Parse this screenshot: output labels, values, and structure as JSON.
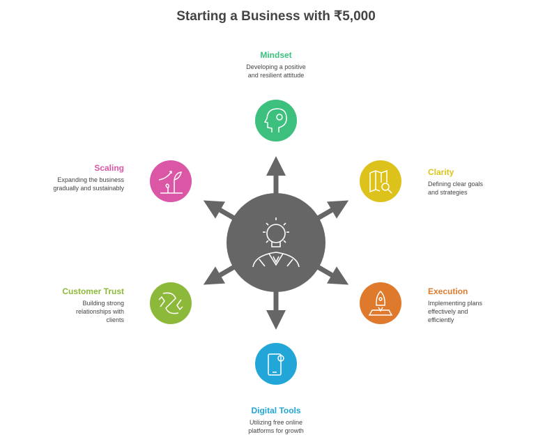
{
  "title": "Starting a Business with ₹5,000",
  "center": {
    "icon": "lightbulb-person-icon",
    "color": "#666666"
  },
  "nodes": [
    {
      "key": "mindset",
      "title": "Mindset",
      "desc": "Developing a positive and resilient attitude",
      "color": "#3dbf7d",
      "icon": "head-gear-icon"
    },
    {
      "key": "clarity",
      "title": "Clarity",
      "desc": "Defining clear goals and strategies",
      "color": "#dcc21a",
      "icon": "map-search-icon"
    },
    {
      "key": "execution",
      "title": "Execution",
      "desc": "Implementing plans effectively and efficiently",
      "color": "#df7a2c",
      "icon": "rocket-icon"
    },
    {
      "key": "digital",
      "title": "Digital Tools",
      "desc": "Utilizing free online platforms for growth",
      "color": "#22a6d8",
      "icon": "phone-gear-icon"
    },
    {
      "key": "trust",
      "title": "Customer Trust",
      "desc": "Building strong relationships with clients",
      "color": "#8db93a",
      "icon": "handshake-icon"
    },
    {
      "key": "scaling",
      "title": "Scaling",
      "desc": "Expanding the business gradually and sustainably",
      "color": "#dc56a6",
      "icon": "growth-plant-icon"
    }
  ]
}
